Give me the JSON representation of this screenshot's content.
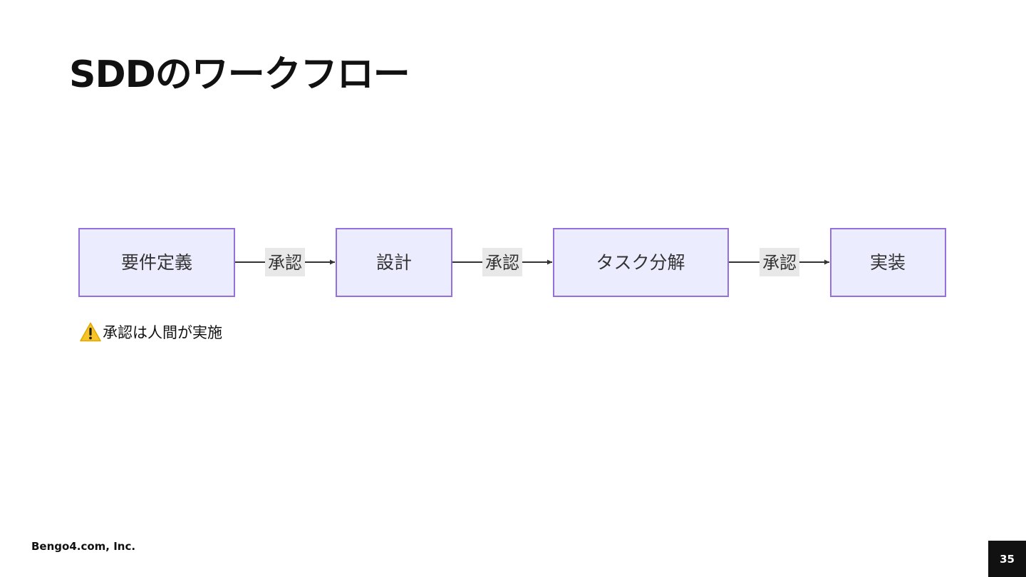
{
  "slide": {
    "title": "SDDのワークフロー",
    "footer_company": "Bengo4.com, Inc.",
    "page_number": "35"
  },
  "diagram": {
    "nodes": [
      {
        "id": "requirements",
        "label": "要件定義"
      },
      {
        "id": "design",
        "label": "設計"
      },
      {
        "id": "task-breakdown",
        "label": "タスク分解"
      },
      {
        "id": "implementation",
        "label": "実装"
      }
    ],
    "edges": [
      {
        "from": "requirements",
        "to": "design",
        "label": "承認"
      },
      {
        "from": "design",
        "to": "task-breakdown",
        "label": "承認"
      },
      {
        "from": "task-breakdown",
        "to": "implementation",
        "label": "承認"
      }
    ],
    "colors": {
      "node_fill": "#ECECFF",
      "node_border": "#9370DB",
      "edge": "#333333",
      "edge_label_bg": "#e8e8e8"
    }
  },
  "note": {
    "icon": "warning-icon",
    "text": "承認は人間が実施"
  }
}
